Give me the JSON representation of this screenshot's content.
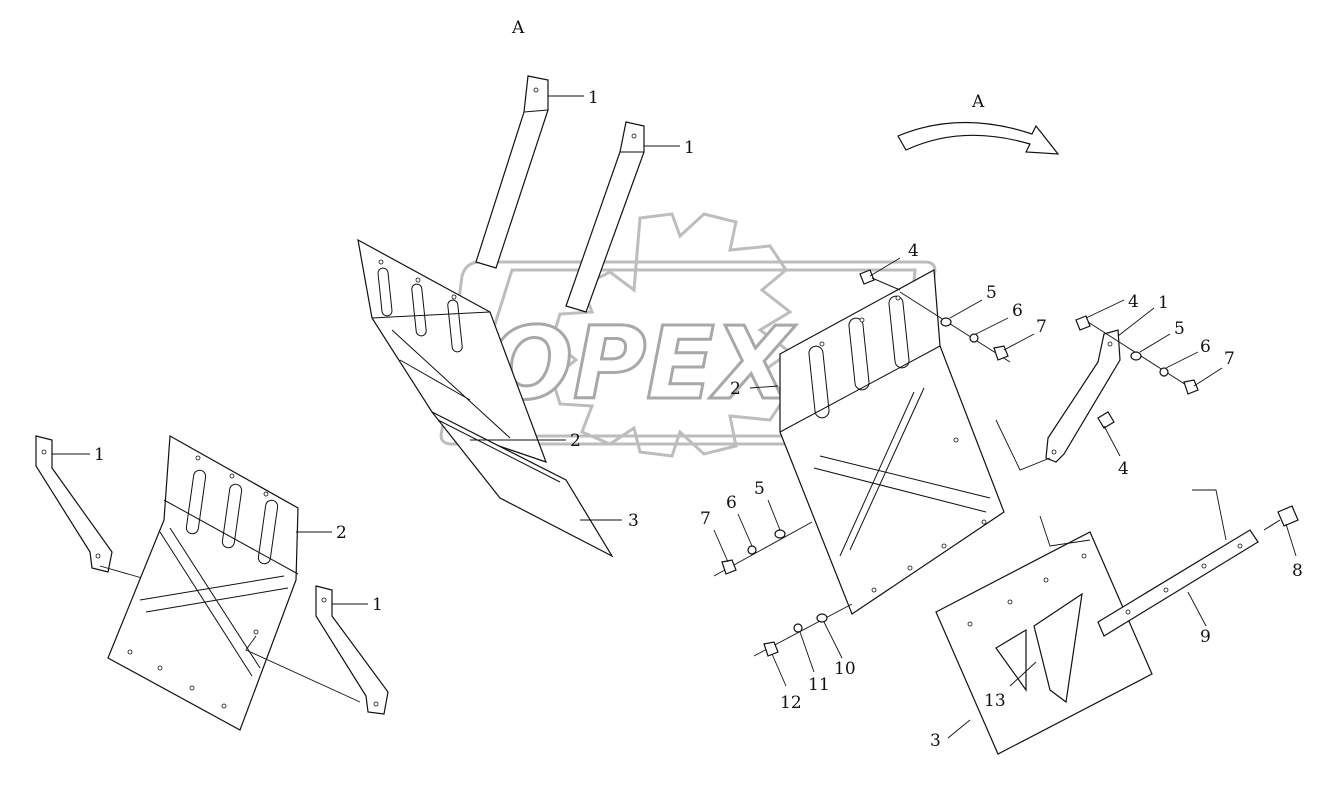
{
  "view_label": "A",
  "view_arrow_label": "A",
  "watermark_text": "OPEX",
  "callouts": [
    {
      "id": "c-top1a",
      "text": "1"
    },
    {
      "id": "c-top1b",
      "text": "1"
    },
    {
      "id": "c-top2",
      "text": "2"
    },
    {
      "id": "c-top3",
      "text": "3"
    },
    {
      "id": "c-left1a",
      "text": "1"
    },
    {
      "id": "c-left2",
      "text": "2"
    },
    {
      "id": "c-left1b",
      "text": "1"
    },
    {
      "id": "c-r2",
      "text": "2"
    },
    {
      "id": "c-r4a",
      "text": "4"
    },
    {
      "id": "c-r5a",
      "text": "5"
    },
    {
      "id": "c-r6a",
      "text": "6"
    },
    {
      "id": "c-r7a",
      "text": "7"
    },
    {
      "id": "c-r4b",
      "text": "4"
    },
    {
      "id": "c-r1",
      "text": "1"
    },
    {
      "id": "c-r5b",
      "text": "5"
    },
    {
      "id": "c-r6b",
      "text": "6"
    },
    {
      "id": "c-r7b",
      "text": "7"
    },
    {
      "id": "c-r4c",
      "text": "4"
    },
    {
      "id": "c-m7",
      "text": "7"
    },
    {
      "id": "c-m6",
      "text": "6"
    },
    {
      "id": "c-m5",
      "text": "5"
    },
    {
      "id": "c-r8",
      "text": "8"
    },
    {
      "id": "c-r9",
      "text": "9"
    },
    {
      "id": "c-r10",
      "text": "10"
    },
    {
      "id": "c-r11",
      "text": "11"
    },
    {
      "id": "c-r12",
      "text": "12"
    },
    {
      "id": "c-r13",
      "text": "13"
    },
    {
      "id": "c-r3",
      "text": "3"
    }
  ]
}
